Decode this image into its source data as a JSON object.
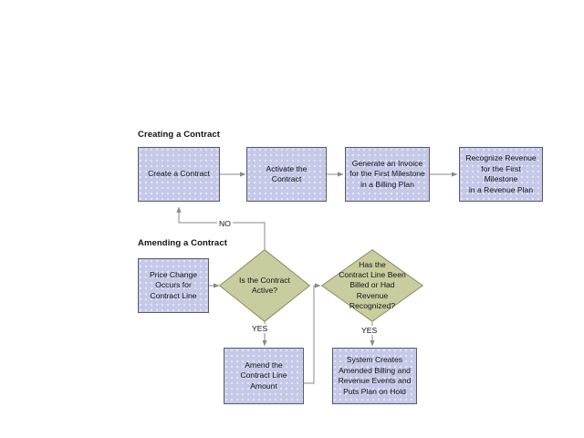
{
  "diagram": {
    "title_visible": false,
    "background_color": "#ffffff",
    "box_fill": "#c6c8e8",
    "box_border": "#5a5a6e",
    "diamond_fill": "#c9cc9e",
    "diamond_border": "#8a8d63",
    "connector_color": "#808080",
    "sections": [
      {
        "id": "creating",
        "heading": "Creating a Contract"
      },
      {
        "id": "amending",
        "heading": "Amending a Contract"
      }
    ],
    "nodes": {
      "create_contract": {
        "type": "process",
        "label": "Create a Contract"
      },
      "activate_contract": {
        "type": "process",
        "label": "Activate the\nContract"
      },
      "generate_invoice": {
        "type": "process",
        "label": "Generate an Invoice\nfor the First Milestone\nin a Billing Plan"
      },
      "recognize_revenue": {
        "type": "process",
        "label": "Recognize Revenue\nfor the First Milestone\nin a Revenue Plan"
      },
      "price_change": {
        "type": "process",
        "label": "Price Change\nOccurs for\nContract Line"
      },
      "is_contract_active": {
        "type": "decision",
        "label": "Is the Contract\nActive?"
      },
      "has_been_billed": {
        "type": "decision",
        "label": "Has the\nContract Line Been\nBilled or Had\nRevenue\nRecognized?"
      },
      "amend_contract_line": {
        "type": "process",
        "label": "Amend the\nContract Line\nAmount"
      },
      "system_creates_events": {
        "type": "process",
        "label": "System Creates\nAmended Billing and\nRevenue Events and\nPuts Plan on Hold"
      }
    },
    "edges": [
      {
        "from": "create_contract",
        "to": "activate_contract",
        "label": ""
      },
      {
        "from": "activate_contract",
        "to": "generate_invoice",
        "label": ""
      },
      {
        "from": "generate_invoice",
        "to": "recognize_revenue",
        "label": ""
      },
      {
        "from": "price_change",
        "to": "is_contract_active",
        "label": ""
      },
      {
        "from": "is_contract_active",
        "to": "create_contract",
        "label": "NO"
      },
      {
        "from": "is_contract_active",
        "to": "amend_contract_line",
        "label": "YES"
      },
      {
        "from": "amend_contract_line",
        "to": "has_been_billed",
        "label": ""
      },
      {
        "from": "has_been_billed",
        "to": "system_creates_events",
        "label": "YES"
      }
    ],
    "edge_labels": {
      "no": "NO",
      "yes_active": "YES",
      "yes_billed": "YES"
    }
  }
}
